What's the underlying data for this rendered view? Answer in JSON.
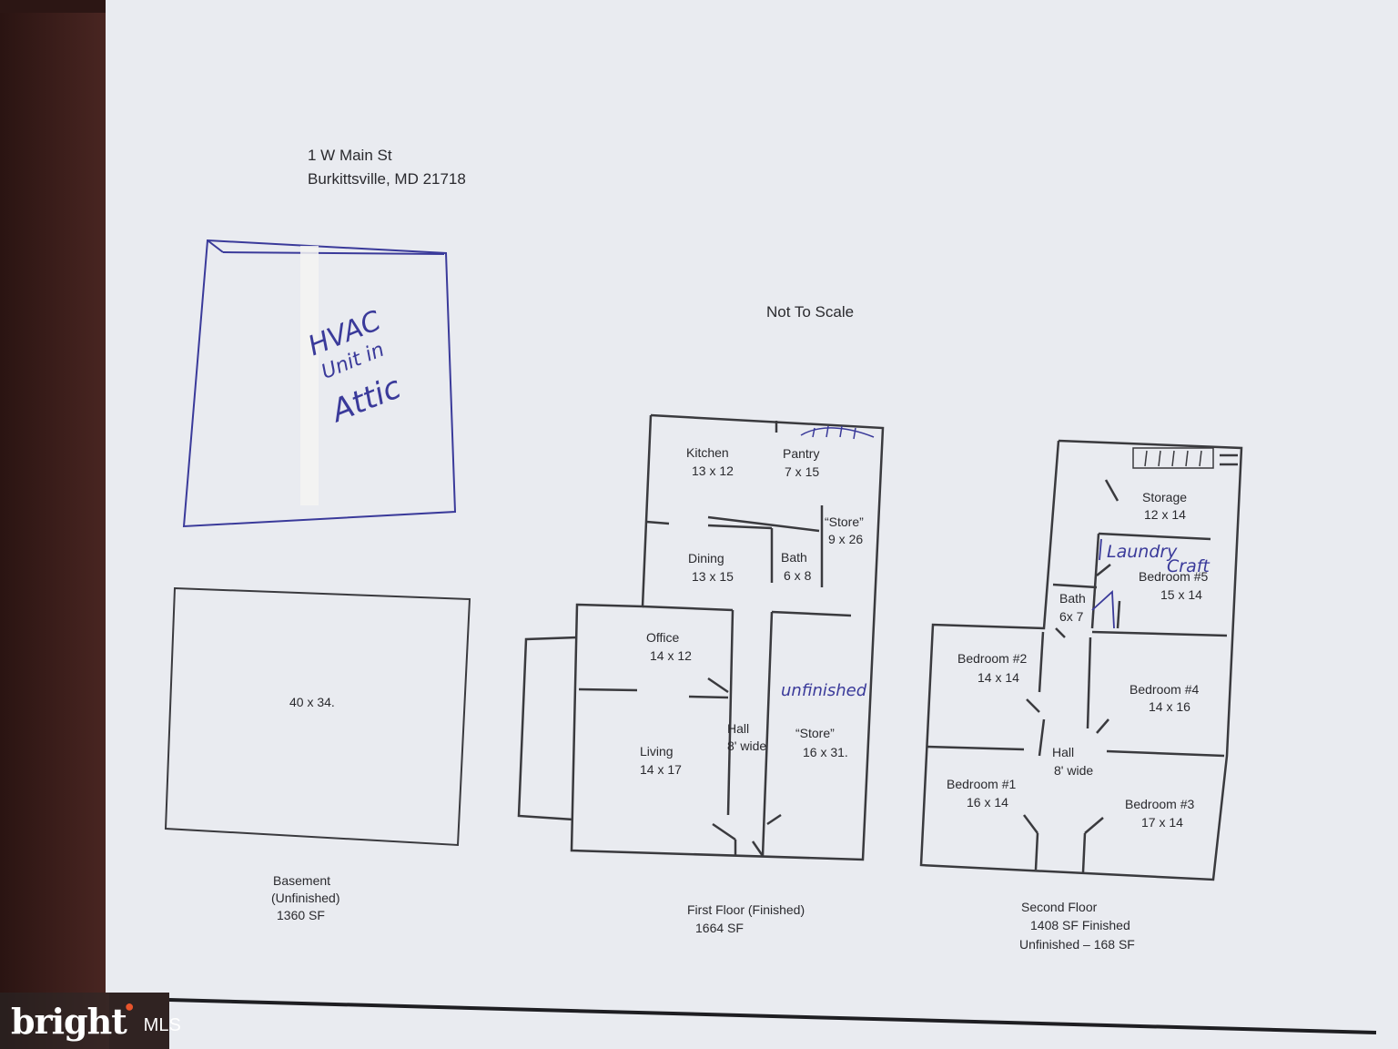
{
  "header": {
    "address_line1": "1 W Main St",
    "address_line2": "Burkittsville, MD 21718",
    "scale_note": "Not To Scale"
  },
  "attic": {
    "handwritten_line1": "HVAC",
    "handwritten_line2": "Unit in",
    "handwritten_line3": "Attic"
  },
  "basement": {
    "dimensions": "40 x 34.",
    "caption_line1": "Basement",
    "caption_line2": "(Unfinished)",
    "caption_line3": "1360 SF"
  },
  "first_floor": {
    "rooms": [
      {
        "name": "Kitchen",
        "size": "13 x 12"
      },
      {
        "name": "Pantry",
        "size": "7 x 15"
      },
      {
        "name": "“Store”",
        "size": "9 x 26"
      },
      {
        "name": "Dining",
        "size": "13 x 15"
      },
      {
        "name": "Bath",
        "size": "6 x 8"
      },
      {
        "name": "Office",
        "size": "14 x 12"
      },
      {
        "name": "Hall",
        "size": "8' wide"
      },
      {
        "name": "“Store”",
        "size": "16 x 31."
      },
      {
        "name": "Living",
        "size": "14 x 17"
      }
    ],
    "handwritten_note": "unfinished",
    "caption_line1": "First Floor (Finished)",
    "caption_line2": "1664 SF"
  },
  "second_floor": {
    "rooms": [
      {
        "name": "Storage",
        "size": "12 x 14"
      },
      {
        "name": "Bedroom #5",
        "size": "15 x 14"
      },
      {
        "name": "Bath",
        "size": "6x 7"
      },
      {
        "name": "Bedroom #2",
        "size": "14 x 14"
      },
      {
        "name": "Bedroom #4",
        "size": "14 x 16"
      },
      {
        "name": "Hall",
        "size": "8' wide"
      },
      {
        "name": "Bedroom #1",
        "size": "16 x 14"
      },
      {
        "name": "Bedroom #3",
        "size": "17 x 14"
      }
    ],
    "handwritten_note1": "Laundry",
    "handwritten_note2": "Craft",
    "caption_line1": "Second Floor",
    "caption_line2": "1408  SF Finished",
    "caption_line3": "Unfinished – 168 SF"
  },
  "watermark": {
    "brand": "bright",
    "suffix": "MLS"
  },
  "colors": {
    "paper": "#e9ebf0",
    "line": "#3a3a3e",
    "ink": "#3a3a9a",
    "desk": "#3a1e1c"
  }
}
